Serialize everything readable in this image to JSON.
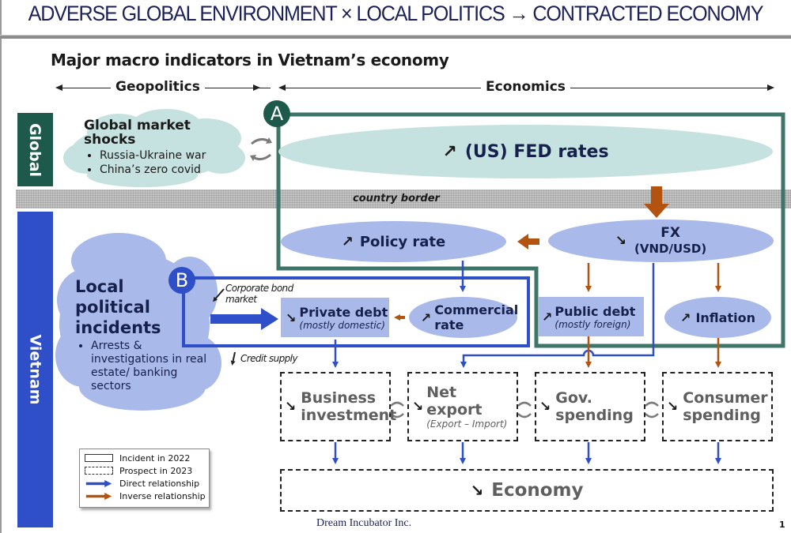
{
  "header": {
    "title": "ADVERSE GLOBAL ENVIRONMENT ×  LOCAL POLITICS → CONTRACTED ECONOMY",
    "subtitle": "Major macro indicators in Vietnam’s economy"
  },
  "sections": {
    "geopolitics": "Geopolitics",
    "economics": "Economics"
  },
  "side_tabs": {
    "global": "Global",
    "vietnam": "Vietnam"
  },
  "border": {
    "label": "country border"
  },
  "badges": {
    "a": "A",
    "b": "B"
  },
  "global_cloud": {
    "title": "Global market shocks",
    "bullets": [
      "Russia-Ukraine war",
      "China’s zero covid"
    ]
  },
  "local_cloud": {
    "title": "Local political incidents",
    "bullets": [
      "Arrests & investigations in real estate/ banking sectors"
    ]
  },
  "nodes": {
    "fed_rates": {
      "label": "(US) FED rates",
      "trend": "up"
    },
    "policy_rate": {
      "label": "Policy rate",
      "trend": "up"
    },
    "fx": {
      "label": "FX",
      "sublabel": "(VND/USD)",
      "trend": "down"
    },
    "private_debt": {
      "label": "Private debt",
      "sublabel": "(mostly domestic)",
      "trend": "down"
    },
    "commercial_rate": {
      "label": "Commercial rate",
      "trend": "up"
    },
    "public_debt": {
      "label": "Public debt",
      "sublabel": "(mostly foreign)",
      "trend": "up"
    },
    "inflation": {
      "label": "Inflation",
      "trend": "up"
    },
    "business_investment": {
      "label": "Business investment",
      "trend": "down"
    },
    "net_export": {
      "label": "Net export",
      "sublabel": "(Export – Import)",
      "trend": "down"
    },
    "gov_spending": {
      "label": "Gov. spending",
      "trend": "down"
    },
    "consumer_spending": {
      "label": "Consumer spending",
      "trend": "down"
    },
    "economy": {
      "label": "Economy",
      "trend": "down"
    }
  },
  "annotations": {
    "corporate_bond": "Corporate bond market",
    "credit_supply": "Credit supply"
  },
  "trend_glyphs": {
    "up": "↗",
    "down": "↘",
    "down_left": "↙"
  },
  "legend": {
    "items": [
      {
        "label": "Incident in 2022",
        "style": "solid-box"
      },
      {
        "label": "Prospect in 2023",
        "style": "dashed-box"
      },
      {
        "label": "Direct relationship",
        "style": "arrow",
        "color": "#2f4fc8"
      },
      {
        "label": "Inverse relationship",
        "style": "arrow",
        "color": "#b4530f"
      }
    ]
  },
  "colors": {
    "title": "#1b2157",
    "global_green": "#1e5a4c",
    "frame_a": "#3d7568",
    "vietnam_blue": "#2f4fc8",
    "light_teal": "#c6e2e0",
    "light_blue": "#a8b9ea",
    "inverse_orange": "#b4530f"
  },
  "footer": {
    "company": "Dream Incubator Inc.",
    "page": "1"
  }
}
